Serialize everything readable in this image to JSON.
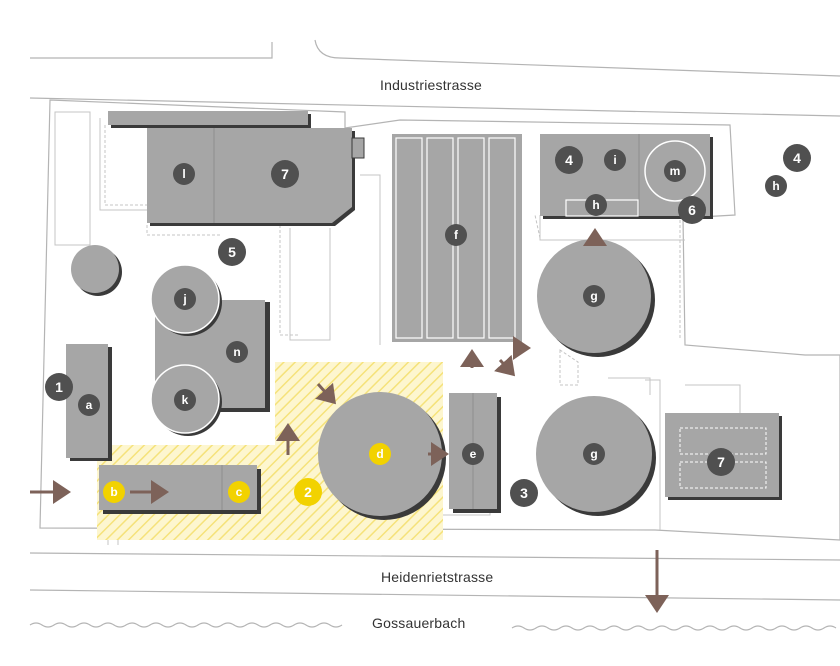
{
  "streets": {
    "north": "Industriestrasse",
    "south": "Heidenrietstrasse",
    "river": "Gossauerbach"
  },
  "colors": {
    "building": "#a6a6a6",
    "shadow": "#3a3a3a",
    "badge_dark": "#505050",
    "badge_highlight": "#f2d200",
    "hatch": "#f5e27a",
    "arrow": "#7d6259",
    "road_line": "#b4b4b4",
    "background": "#ffffff"
  },
  "zone_badges": {
    "z1": "1",
    "z2": "2",
    "z3": "3",
    "z4a": "4",
    "z4b": "4",
    "z5": "5",
    "z6": "6",
    "z7a": "7",
    "z7b": "7"
  },
  "facility_badges": {
    "a": "a",
    "b": "b",
    "c": "c",
    "d": "d",
    "e": "e",
    "f": "f",
    "g1": "g",
    "g2": "g",
    "h1": "h",
    "h2": "h",
    "i": "i",
    "j": "j",
    "k": "k",
    "l": "l",
    "m": "m",
    "n": "n"
  }
}
